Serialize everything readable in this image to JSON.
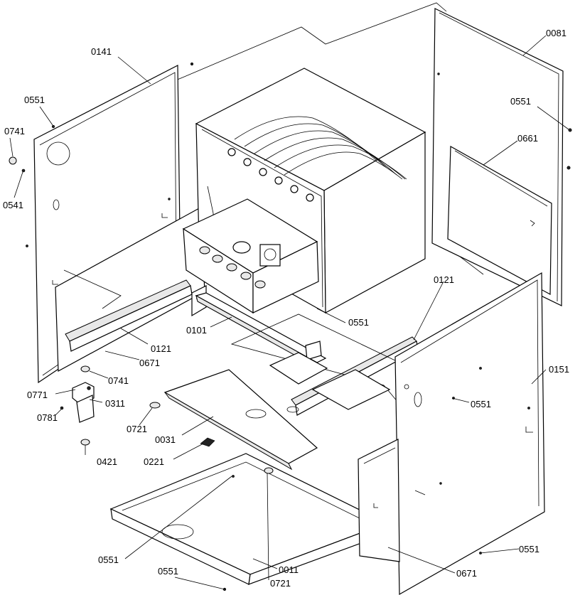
{
  "diagram": {
    "labels": {
      "l0141": "0141",
      "l0551_a": "0551",
      "l0741_a": "0741",
      "l0541": "0541",
      "l0081": "0081",
      "l0551_b": "0551",
      "l0661": "0661",
      "l0121_a": "0121",
      "l0551_c": "0551",
      "l0101": "0101",
      "l0121_b": "0121",
      "l0671_a": "0671",
      "l0741_b": "0741",
      "l0771": "0771",
      "l0311": "0311",
      "l0781": "0781",
      "l0721_a": "0721",
      "l0031": "0031",
      "l0421": "0421",
      "l0221": "0221",
      "l0151": "0151",
      "l0551_d": "0551",
      "l0551_e": "0551",
      "l0551_f": "0551",
      "l0551_g": "0551",
      "l0011": "0011",
      "l0721_b": "0721",
      "l0671_b": "0671"
    }
  }
}
